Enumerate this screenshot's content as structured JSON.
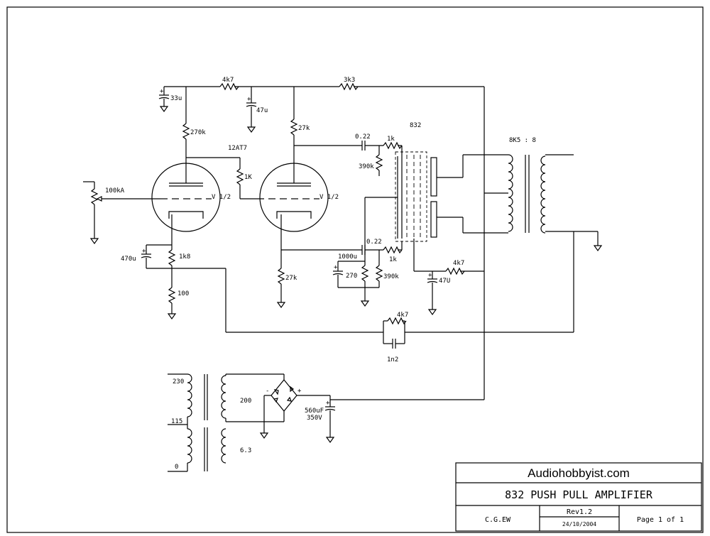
{
  "title_block": {
    "site": "Audiohobbyist.com",
    "title": "832 PUSH PULL AMPLIFIER",
    "author": "C.G.EW",
    "revision": "Rev1.2",
    "date": "24/10/2004",
    "page": "Page 1 of 1"
  },
  "labels": {
    "r_4k7_top": "4k7",
    "r_3k3": "3k3",
    "c_33u": "33u",
    "c_47u": "47u",
    "r_270k": "270k",
    "r_27k_top": "27k",
    "tube_12at7": "12AT7",
    "r_1k_coupling": "1K",
    "pot_100ka": "100kA",
    "v1_half": "V 1/2",
    "v2_half": "V 1/2",
    "c_470u": "470u",
    "r_1k8": "1k8",
    "r_100": "100",
    "c_022_top": "0.22",
    "r_1k_top": "1k",
    "r_390k_top": "390k",
    "tube_832": "832",
    "c_022_bot": "0.22",
    "r_1k_bot": "1k",
    "c_1000u": "1000u",
    "r_270": "270",
    "r_390k_bot": "390k",
    "r_27k_bot": "27k",
    "r_4k7_screen": "4k7",
    "c_47u_screen": "47U",
    "r_4k7_fb": "4k7",
    "c_1n2": "1n2",
    "ot_ratio": "8K5 : 8",
    "pt_230": "230",
    "pt_115": "115",
    "pt_0": "0",
    "pt_200": "200",
    "pt_63": "6.3",
    "c_560uf": "560uF",
    "c_350v": "350V",
    "plus_sign": "+",
    "minus_sign": "-"
  }
}
